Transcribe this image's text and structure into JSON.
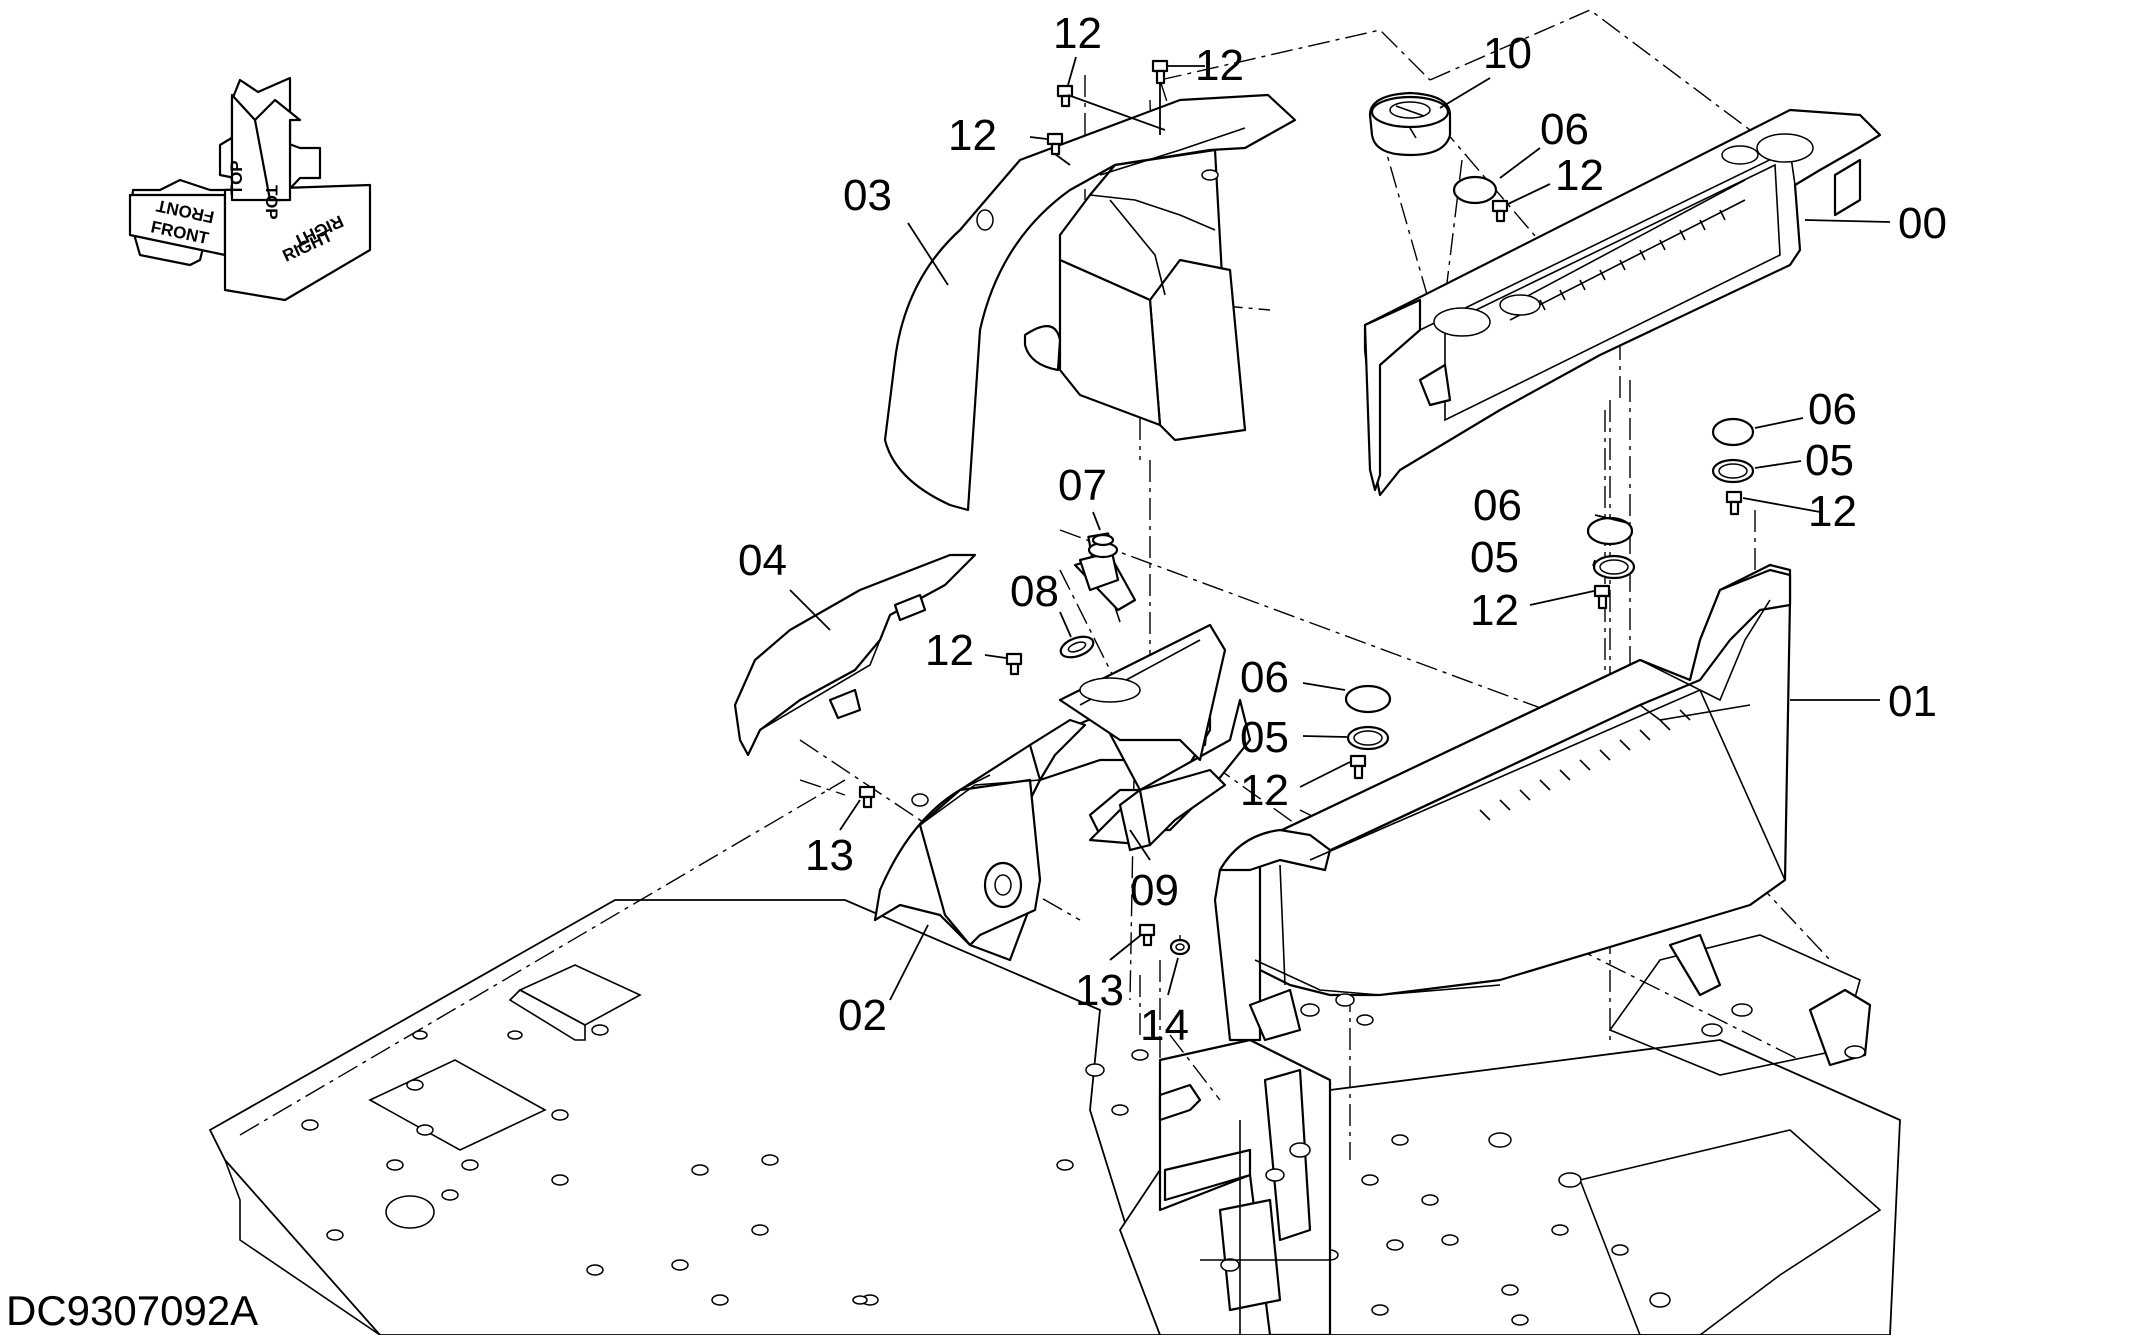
{
  "drawing_code": "DC9307092A",
  "orientation": {
    "labels": [
      "TOP",
      "TOP",
      "FRONT",
      "FRONT",
      "RIGHT",
      "RIGHT"
    ]
  },
  "callouts": [
    {
      "id": "c-00",
      "text": "00"
    },
    {
      "id": "c-01",
      "text": "01"
    },
    {
      "id": "c-02",
      "text": "02"
    },
    {
      "id": "c-03",
      "text": "03"
    },
    {
      "id": "c-04",
      "text": "04"
    },
    {
      "id": "c-05a",
      "text": "05"
    },
    {
      "id": "c-05b",
      "text": "05"
    },
    {
      "id": "c-05c",
      "text": "05"
    },
    {
      "id": "c-06a",
      "text": "06"
    },
    {
      "id": "c-06b",
      "text": "06"
    },
    {
      "id": "c-06c",
      "text": "06"
    },
    {
      "id": "c-06d",
      "text": "06"
    },
    {
      "id": "c-07",
      "text": "07"
    },
    {
      "id": "c-08",
      "text": "08"
    },
    {
      "id": "c-09",
      "text": "09"
    },
    {
      "id": "c-10",
      "text": "10"
    },
    {
      "id": "c-12a",
      "text": "12"
    },
    {
      "id": "c-12b",
      "text": "12"
    },
    {
      "id": "c-12c",
      "text": "12"
    },
    {
      "id": "c-12d",
      "text": "12"
    },
    {
      "id": "c-12e",
      "text": "12"
    },
    {
      "id": "c-12f",
      "text": "12"
    },
    {
      "id": "c-12g",
      "text": "12"
    },
    {
      "id": "c-12h",
      "text": "12"
    },
    {
      "id": "c-13a",
      "text": "13"
    },
    {
      "id": "c-13b",
      "text": "13"
    },
    {
      "id": "c-14",
      "text": "14"
    }
  ]
}
